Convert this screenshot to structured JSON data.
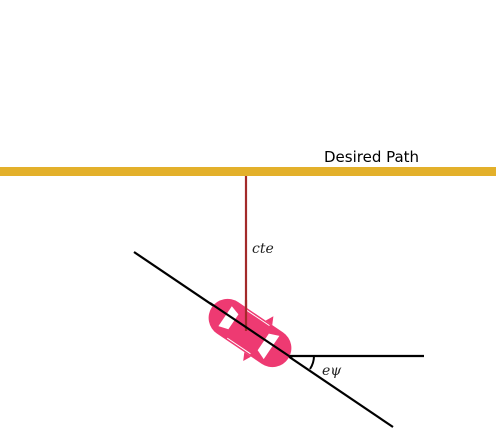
{
  "labels": {
    "path": "Desired Path",
    "cte": "cte",
    "epsi": "eψ"
  },
  "colors": {
    "path": "#E3B02A",
    "cte": "#A32A2A",
    "car": "#EE3A72",
    "window": "#FFFFFF",
    "heading": "#000000",
    "reference": "#000000",
    "background": "#FFFFFF"
  },
  "icons": {
    "vehicle": "car-icon"
  }
}
